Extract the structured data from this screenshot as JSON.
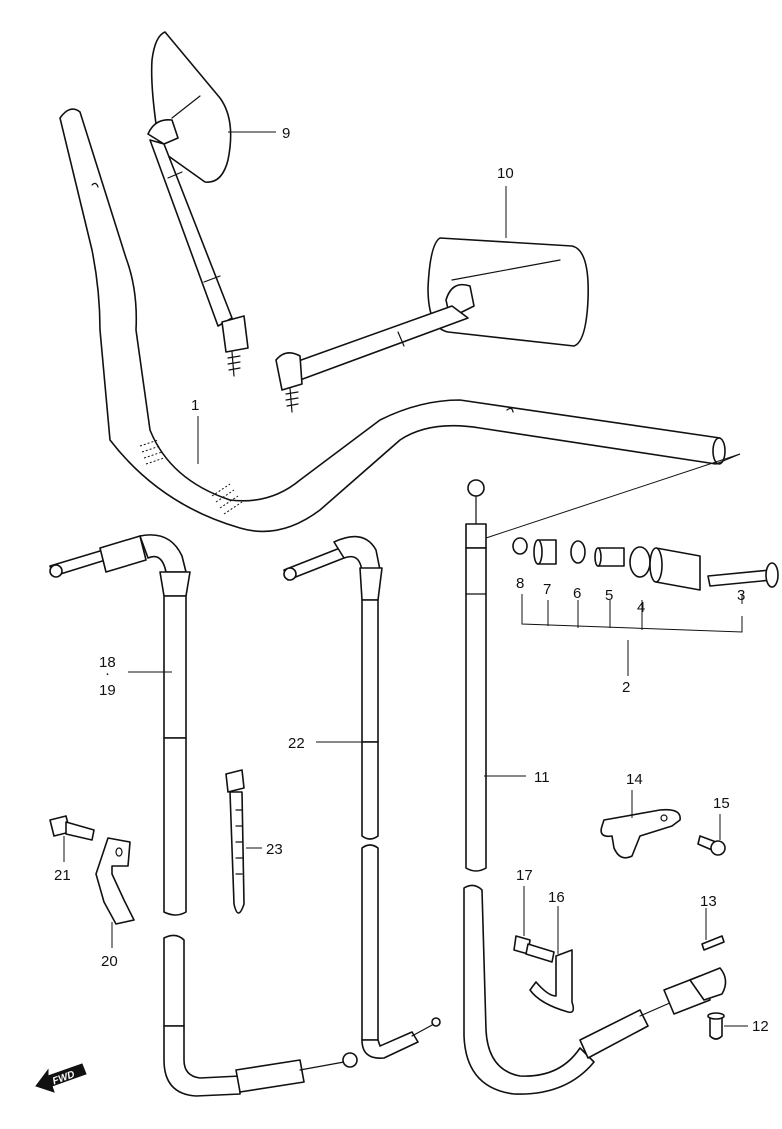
{
  "callouts": {
    "c1": "1",
    "c2": "2",
    "c3": "3",
    "c4": "4",
    "c5": "5",
    "c6": "6",
    "c7": "7",
    "c8": "8",
    "c9": "9",
    "c10": "10",
    "c11": "11",
    "c12": "12",
    "c13": "13",
    "c14": "14",
    "c15": "15",
    "c16": "16",
    "c17": "17",
    "c18": "18",
    "c18_sep": "·",
    "c19": "19",
    "c20": "20",
    "c21": "21",
    "c22": "22",
    "c23": "23"
  },
  "direction_badge": "FWD",
  "icons": {
    "direction": "fwd-arrow-icon"
  }
}
